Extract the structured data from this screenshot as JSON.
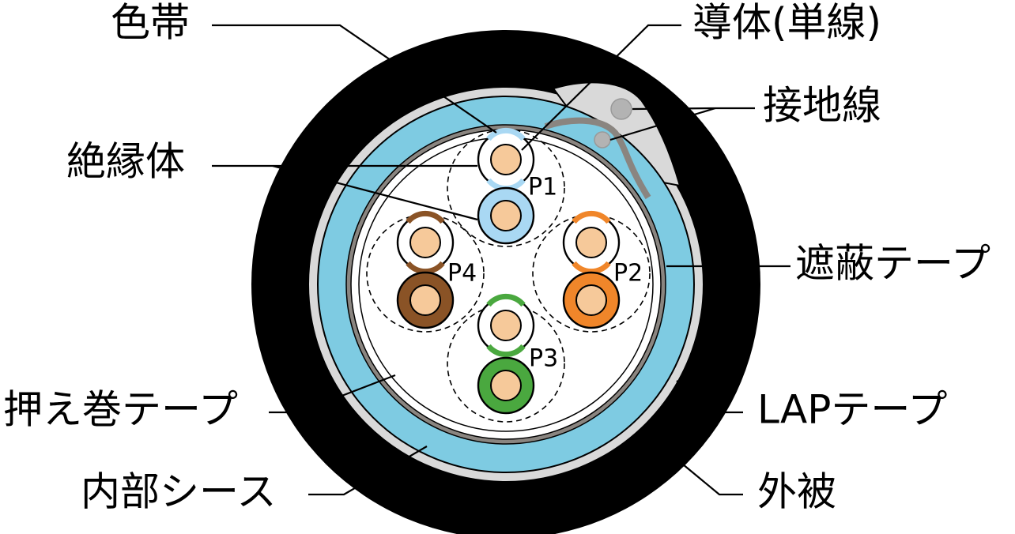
{
  "labels": {
    "color_band": "色帯",
    "conductor": "導体(単線)",
    "ground_wire": "接地線",
    "insulation": "絶縁体",
    "shield_tape": "遮蔽テープ",
    "binder_tape": "押え巻テープ",
    "lap_tape": "LAPテープ",
    "inner_sheath": "内部シース",
    "outer_jacket": "外被"
  },
  "pairs": {
    "p1": "P1",
    "p2": "P2",
    "p3": "P3",
    "p4": "P4"
  },
  "colors": {
    "outer_jacket": "#000000",
    "lap_tape": "#d9d9d9",
    "inner_sheath": "#7ecbe2",
    "shield": "#8a8580",
    "conductor": "#f6c99a",
    "blue": "#a9d8f3",
    "orange": "#f0862a",
    "green": "#4aa83f",
    "brown": "#8a5326",
    "ground_wire": "#b3b3b3"
  }
}
